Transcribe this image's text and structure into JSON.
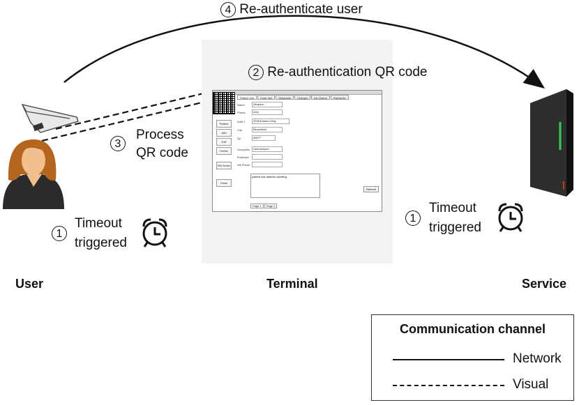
{
  "steps": {
    "reauth_user": {
      "num": "4",
      "label": "Re-authenticate user"
    },
    "qr_code": {
      "num": "2",
      "label": "Re-authentication QR code"
    },
    "process_qr": {
      "num": "3",
      "line1": "Process",
      "line2": "QR code"
    },
    "timeout_user": {
      "num": "1",
      "line1": "Timeout",
      "line2": "triggered"
    },
    "timeout_service": {
      "num": "1",
      "line1": "Timeout",
      "line2": "triggered"
    }
  },
  "roles": {
    "user": "User",
    "terminal": "Terminal",
    "service": "Service"
  },
  "legend": {
    "title": "Communication channel",
    "network": "Network",
    "visual": "Visual"
  },
  "terminal_form": {
    "tabs": [
      "Patient Info",
      "Case Info",
      "Diagnosis",
      "Charges",
      "Ins Claims",
      "Payments"
    ],
    "sidebar": [
      "Patient",
      "Add",
      "Edit",
      "Delete",
      "File Notes",
      "Close"
    ],
    "fields": [
      {
        "label": "Name",
        "value": "Simpson"
      },
      {
        "label": "Phone",
        "value": "Amy"
      },
      {
        "label": "Addr 1",
        "value": "3228 Eastern Way"
      },
      {
        "label": "City",
        "value": "Bloomfield"
      },
      {
        "label": "Zip",
        "value": "06877"
      },
      {
        "label": "Occupation",
        "value": "Unemployed"
      },
      {
        "label": "Employer",
        "value": ""
      },
      {
        "label": "Wk Phone",
        "value": ""
      }
    ],
    "memo": "patient has diabetic swelling",
    "refresh": "Refresh",
    "pages": [
      "Page 1",
      "Page 2"
    ]
  },
  "colors": {
    "arrow": "#111111",
    "server_led": "#2fd24a",
    "skin": "#f2c08f",
    "hair": "#b5651d",
    "shirt": "#2b2b2b"
  }
}
